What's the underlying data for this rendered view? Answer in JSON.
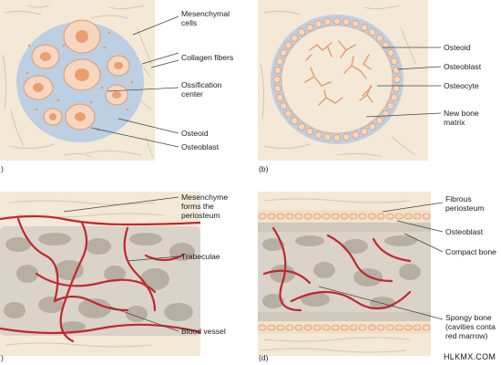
{
  "colors": {
    "tissue": "#f3e9d6",
    "fiber": "#d6c8ad",
    "center": "#bccfe3",
    "cell_fill": "#f7d6bf",
    "cell_stroke": "#e59a6a",
    "nucleus": "#ea9f70",
    "bone": "#d9d3c9",
    "cavity": "#9a9184",
    "vessel": "#c1272d",
    "periosteum": "#efe2cb",
    "leader": "#444444"
  },
  "panels": {
    "a": {
      "tag": ")",
      "labels": {
        "mesenchymal_cells": "Mesenchymal\ncells",
        "collagen_fibers": "Collagen fibers",
        "ossification_center": "Ossification\ncenter",
        "osteoid": "Osteoid",
        "osteoblast": "Osteoblast"
      }
    },
    "b": {
      "tag": "(b)",
      "labels": {
        "osteoid": "Osteoid",
        "osteoblast": "Osteoblast",
        "osteocyte": "Osteocyte",
        "new_bone_matrix": "New bone\nmatrix"
      }
    },
    "c": {
      "tag": ")",
      "labels": {
        "mesenchyme_periosteum": "Mesenchyme\nforms the\nperiosteum",
        "trabeculae": "Trabeculae",
        "blood_vessel": "Blood vessel"
      }
    },
    "d": {
      "tag": "(d)",
      "labels": {
        "fibrous_periosteum": "Fibrous\nperiosteum",
        "osteoblast": "Osteoblast",
        "compact_bone": "Compact bone",
        "spongy_bone": "Spongy bone\n(cavities conta\nred marrow)"
      }
    }
  },
  "watermark": "HLKMX.COM"
}
